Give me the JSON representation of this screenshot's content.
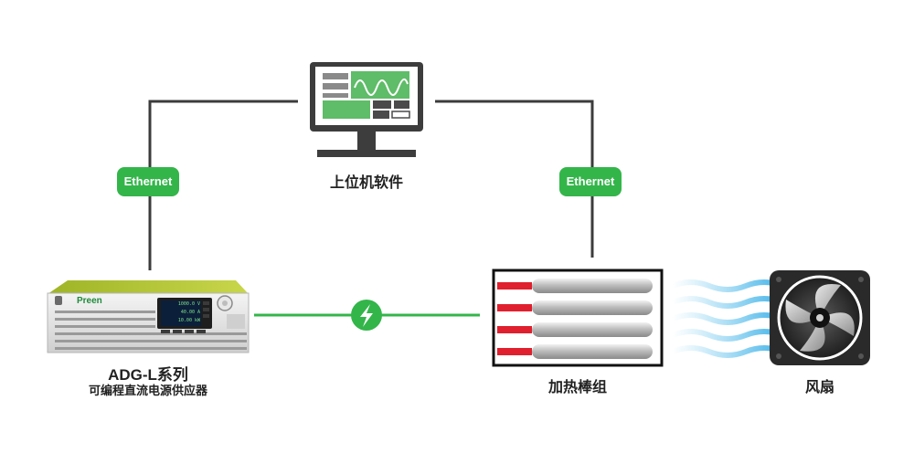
{
  "diagram": {
    "pc_label": "上位机软件",
    "left_link_label": "Ethernet",
    "right_link_label": "Ethernet",
    "psu_title": "ADG-L系列",
    "psu_subtitle": "可编程直流电源供应器",
    "psu_brand": "Preen",
    "psu_readouts": [
      "1000.0 V",
      "40.00 A",
      "10.00 kW"
    ],
    "heater_label": "加热棒组",
    "fan_label": "风扇",
    "power_link_icon": "lightning-bolt-icon"
  },
  "colors": {
    "accent_green": "#33b54a",
    "line_dark": "#3c3c3c",
    "heater_red": "#e0202e",
    "psu_top": "#b3c43a",
    "airflow_blue": "#6ec8ef"
  }
}
